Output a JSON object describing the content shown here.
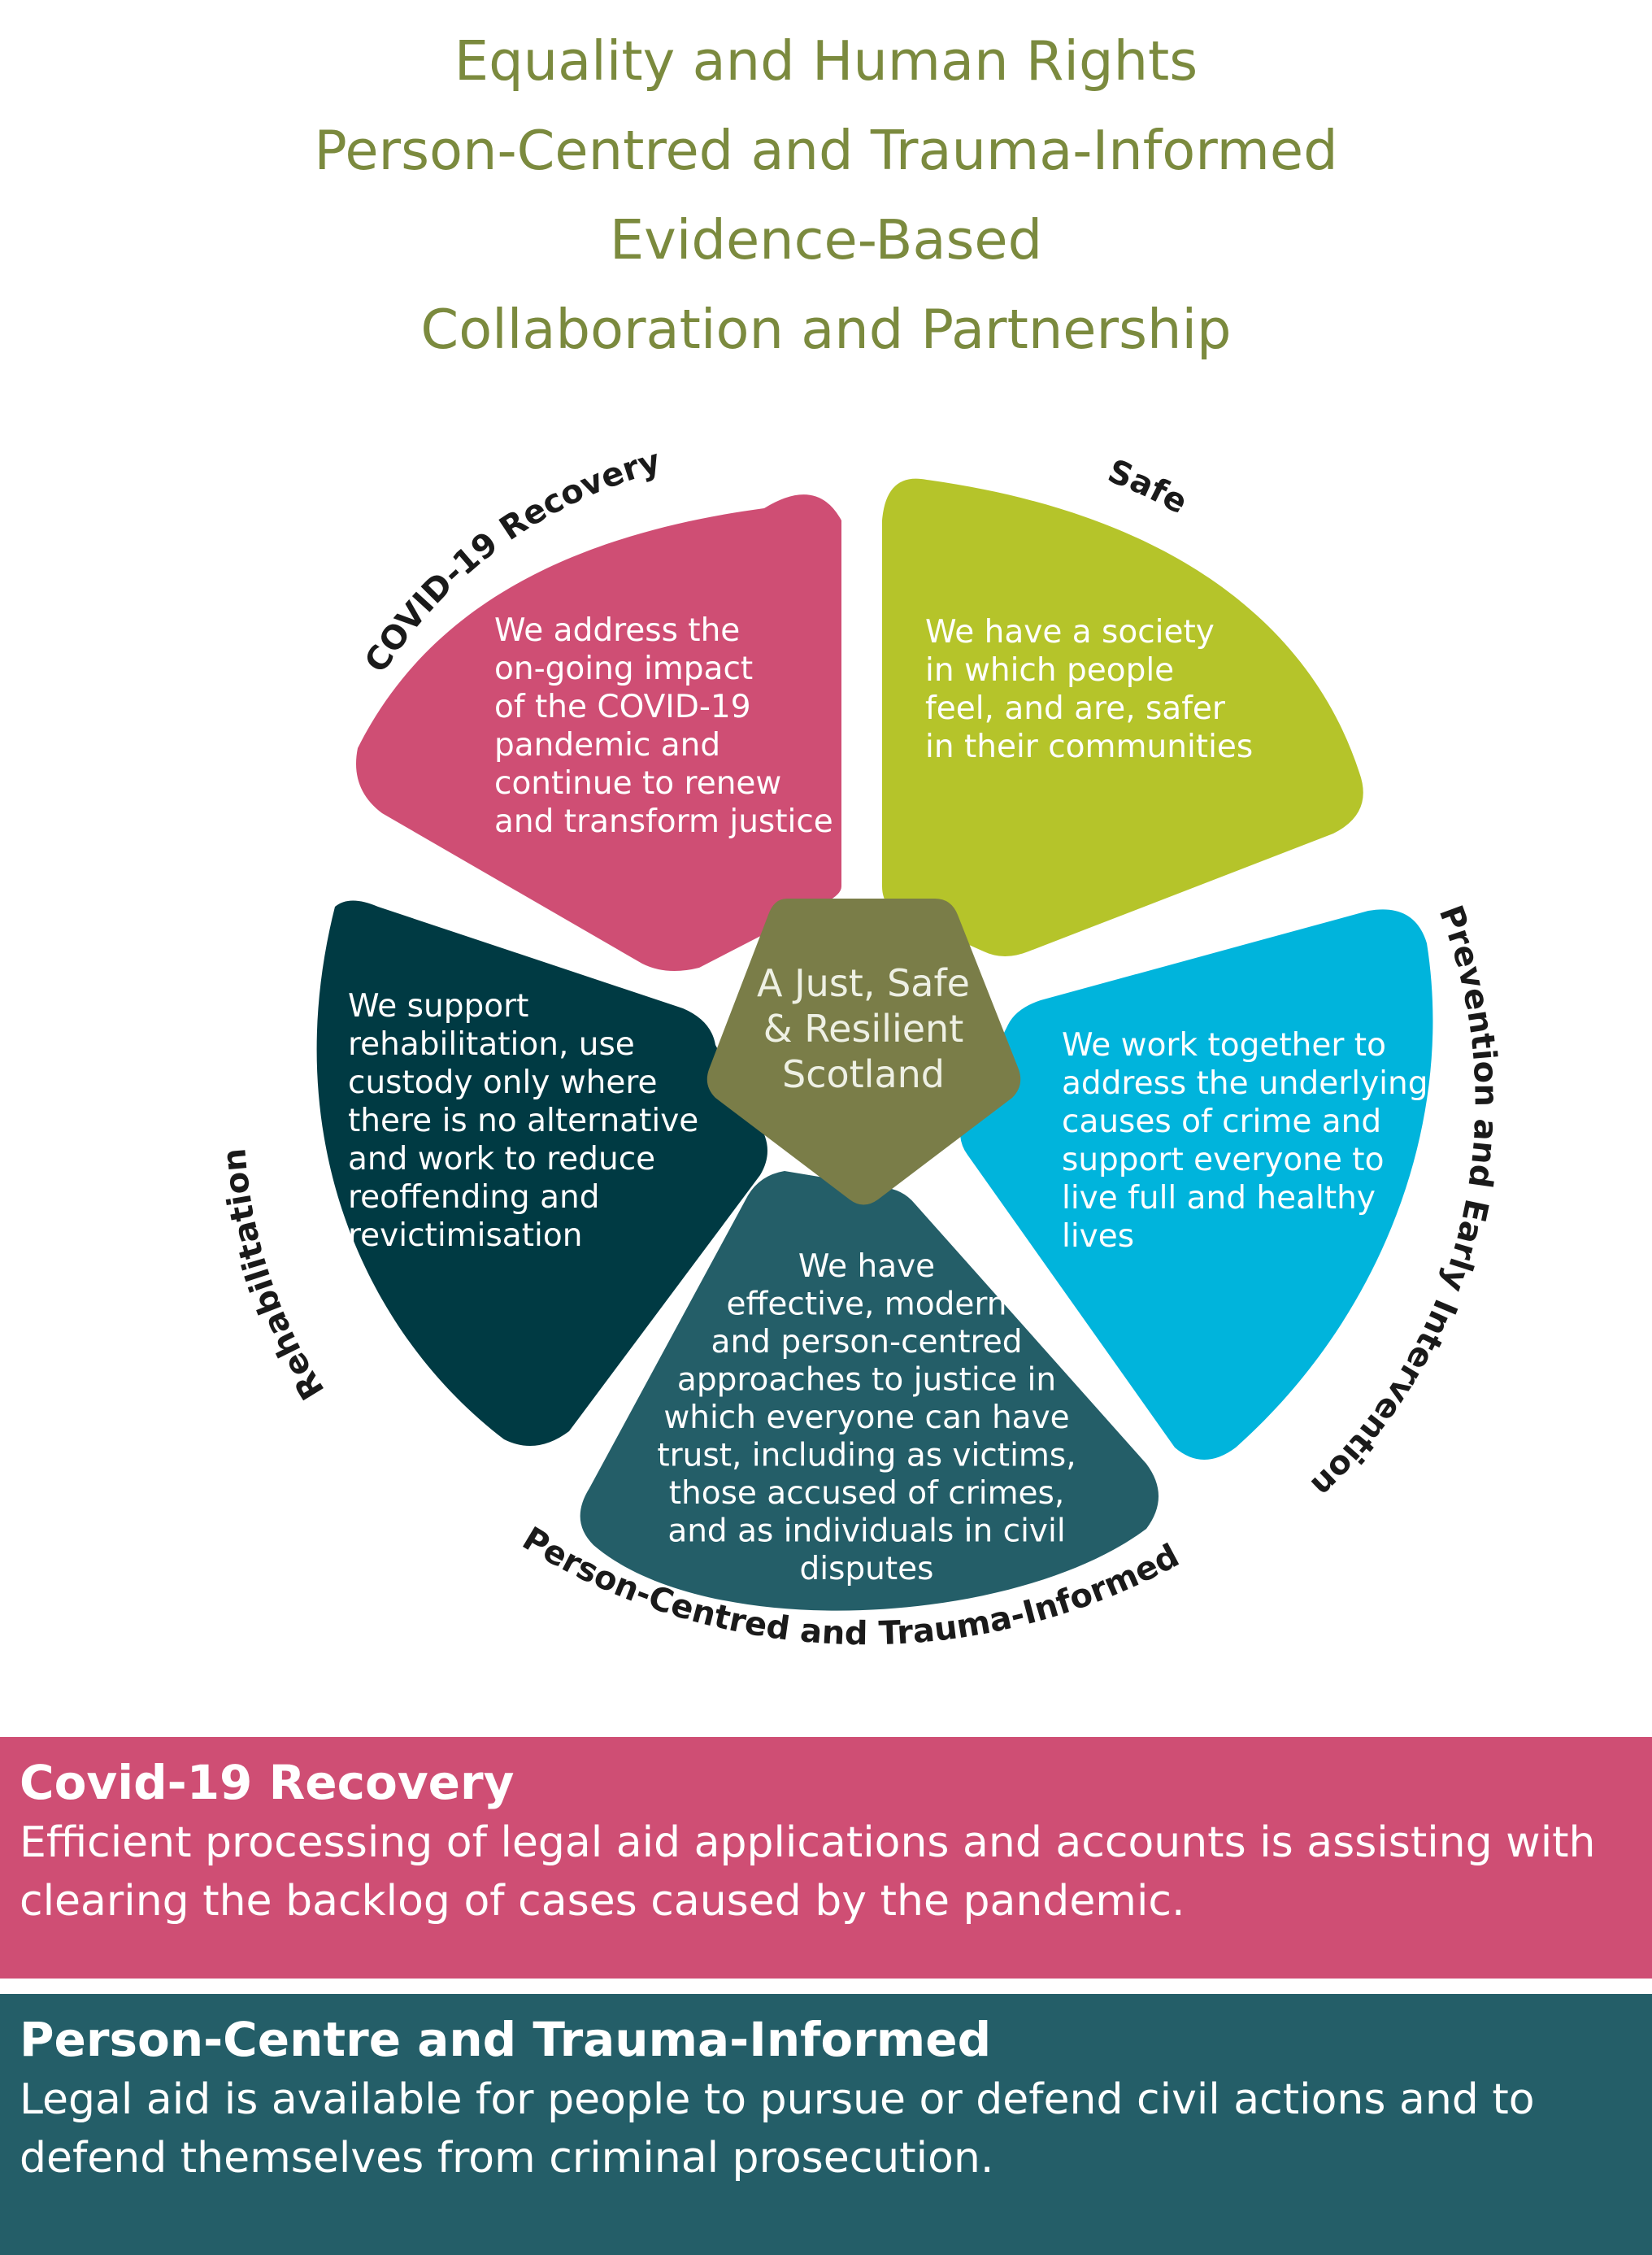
{
  "principles": [
    "Equality and Human Rights",
    "Person-Centred and Trauma-Informed",
    "Evidence-Based",
    "Collaboration and Partnership"
  ],
  "center": {
    "lines": [
      "A Just, Safe",
      "& Resilient",
      "Scotland"
    ],
    "color": "#7a7d48"
  },
  "segments": {
    "covid": {
      "label": "COVID-19 Recovery",
      "color": "#cf4e74",
      "lines": [
        "We address the",
        "on-going impact",
        "of the COVID-19",
        "pandemic and",
        "continue to renew",
        "and transform justice"
      ]
    },
    "safe": {
      "label": "Safe",
      "color": "#b5c42a",
      "lines": [
        "We have a society",
        "in which people",
        "feel, and are, safer",
        "in their communities"
      ]
    },
    "prevention": {
      "label": "Prevention and Early Intervention",
      "color": "#00b4dc",
      "lines": [
        "We work together to",
        "address the underlying",
        "causes of crime and",
        "support everyone to",
        "live full and healthy",
        "lives"
      ]
    },
    "person": {
      "label": "Person-Centred and Trauma-Informed",
      "color": "#245e68",
      "lines": [
        "We have",
        "effective, modern",
        "and person-centred",
        "approaches to justice in",
        "which everyone can have",
        "trust, including as victims,",
        "those accused of crimes,",
        "and as individuals in civil",
        "disputes"
      ]
    },
    "rehab": {
      "label": "Rehabilitation",
      "color": "#003a43",
      "lines": [
        "We support",
        "rehabilitation, use",
        "custody only where",
        "there is no alternative",
        "and work to reduce",
        "reoffending and",
        "revictimisation"
      ]
    }
  },
  "panels": {
    "covid": {
      "title": "Covid-19 Recovery",
      "body": "Efficient processing of legal aid applications and accounts is assisting with clearing the backlog of cases caused by the pandemic.",
      "color": "#cf4e74"
    },
    "person": {
      "title": "Person-Centre and Trauma-Informed",
      "body": "Legal aid is available for people to pursue or defend civil actions and to defend themselves from criminal prosecution.",
      "color": "#245e68"
    }
  }
}
